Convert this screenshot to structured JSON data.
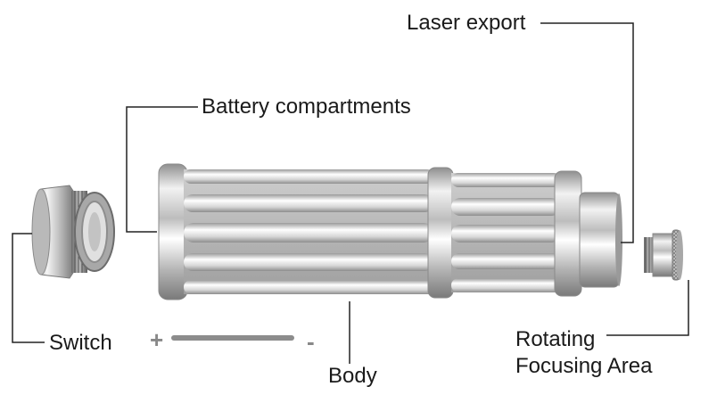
{
  "labels": {
    "laser_export": "Laser export",
    "battery_compartments": "Battery compartments",
    "switch": "Switch",
    "body": "Body",
    "rotating_line1": "Rotating",
    "rotating_line2": "Focusing Area"
  },
  "polarity": {
    "plus": "+",
    "minus": "-"
  },
  "colors": {
    "background": "#ffffff",
    "leader_line": "#222222",
    "metal_light": "#f4f4f4",
    "metal_mid": "#c9c9c9",
    "metal_dark": "#8a8a8a",
    "polarity_bar": "#8c8c8c"
  }
}
